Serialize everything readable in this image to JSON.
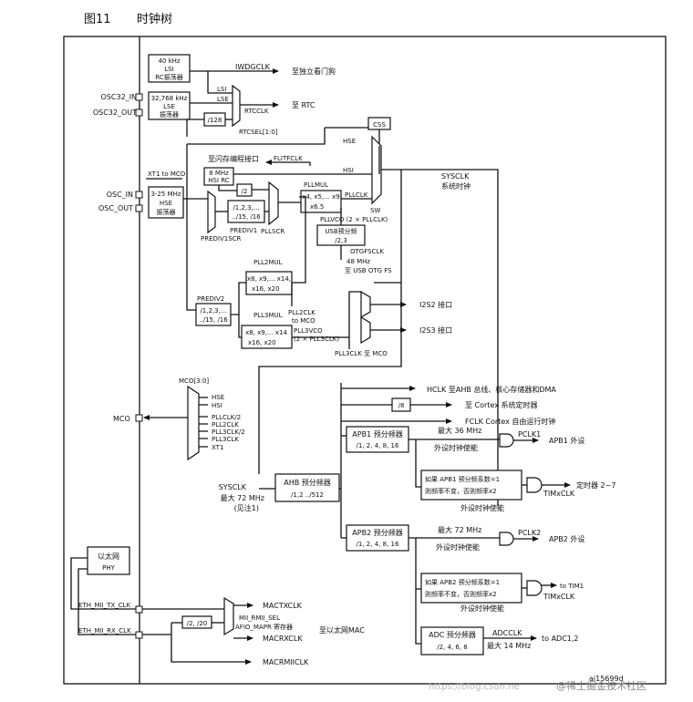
{
  "figure": {
    "number": "图11",
    "title": "时钟树"
  },
  "pins": {
    "osc32_in": "OSC32_IN",
    "osc32_out": "OSC32_OUT",
    "osc_in": "OSC_IN",
    "osc_out": "OSC_OUT",
    "mco": "MCO",
    "eth_tx": "ETH_MII_TX_CLK",
    "eth_rx": "ETH_MII_RX_CLK"
  },
  "lsi": {
    "freq": "40 kHz",
    "name": "LSI",
    "desc": "RC振荡器"
  },
  "lse": {
    "freq": "32,768 kHz",
    "name": "LSE",
    "desc": "振荡器"
  },
  "hse": {
    "freq": "3-25 MHz",
    "name": "HSE",
    "desc": "振荡器"
  },
  "hsi": {
    "freq": "8 MHz",
    "name": "HSI RC"
  },
  "div128": "/128",
  "div2": "/2",
  "iwdg": {
    "signal": "IWDGCLK",
    "dest": "至独立看门狗"
  },
  "rtc": {
    "dest": "至 RTC",
    "rtcclk": "RTCCLK",
    "sel": "RTCSEL[1:0]",
    "lsi": "LSI",
    "lse": "LSE"
  },
  "css": "CSS",
  "hse_label": "HSE",
  "hsi_label": "HSI",
  "xt1_to_mco": "XT1 to MCO",
  "flash": {
    "dest": "至闪存编程接口",
    "signal": "FLITFCLK"
  },
  "prediv1": {
    "top": "/1,2,3,...",
    "bottom": "../15, /16",
    "label": "PREDIV1",
    "scr": "PREDIV1SCR"
  },
  "pllscr": "PLLSCR",
  "pllmul": {
    "label": "PLLMUL",
    "top": "x4, x5,... x9",
    "bottom": "x6.5"
  },
  "pllclk": "PLLCLK",
  "sw": "SW",
  "sysclk_top": {
    "label": "SYSCLK",
    "desc": "系统时钟"
  },
  "pllvco": "PLLVCO (2 × PLLCLK)",
  "usb": {
    "title": "USB预分频",
    "divs": "/2,3",
    "otg": "OTGFSCLK",
    "freq": "48 MHz",
    "dest": "至 USB OTG FS"
  },
  "pll2": {
    "label": "PLL2MUL",
    "top": "x8, x9,... x14,",
    "bottom": "x16, x20",
    "clk": "PLL2CLK",
    "to_mco": "to MCO"
  },
  "prediv2": {
    "label": "PREDIV2",
    "top": "/1,2,3,...",
    "bottom": "../15, /16"
  },
  "pll3": {
    "label": "PLL3MUL",
    "top": "x8, x9,... x14",
    "bottom": "x16, x20",
    "vco": "PLL3VCO",
    "vco2": "(2 × PLL3CLK)",
    "clk_mco": "PLL3CLK 至 MCO"
  },
  "i2s": {
    "i2s2": "I2S2 接口",
    "i2s3": "I2S3 接口"
  },
  "mco_mux": {
    "sel": "MCO[3:0]",
    "inputs": [
      "HSE",
      "HSI",
      "PLLCLK/2",
      "PLL2CLK",
      "PLL3CLK/2",
      "PLL3CLK",
      "XT1"
    ]
  },
  "ahb": {
    "title": "AHB 预分频器",
    "divs": "/1,2 ../512",
    "sysclk": "SYSCLK",
    "max": "最大 72 MHz",
    "note": "(见注1)"
  },
  "hclk": "HCLK 至AHB 总线、核心存储器和DMA",
  "div8": "/8",
  "cortex_timer": "至 Cortex 系统定时器",
  "fclk": "FCLK Cortex 自由运行时钟",
  "apb1": {
    "title": "APB1 预分频器",
    "divs": "/1, 2, 4, 8, 16",
    "max": "最大 36 MHz",
    "pclk": "PCLK1",
    "dest": "APB1 外设",
    "enable": "外设时钟使能",
    "note1": "如果 APB1 预分频系数=1",
    "note2": "则频率不变，否则频率x2",
    "tim_dest": "定时器 2~7",
    "timclk": "TIMxCLK",
    "enable2": "外设时钟使能"
  },
  "apb2": {
    "title": "APB2 预分频器",
    "divs": "/1, 2, 4, 8, 16",
    "max": "最大 72 MHz",
    "pclk": "PCLK2",
    "dest": "APB2 外设",
    "enable": "外设时钟使能",
    "note1": "如果 APB2 预分频系数=1",
    "note2": "则频率不变，否则频率x2",
    "tim_dest": "to TIM1",
    "timclk": "TIMxCLK",
    "enable2": "外设时钟使能"
  },
  "adc": {
    "title": "ADC 预分频器",
    "divs": "/2, 4, 6, 8",
    "signal": "ADCCLK",
    "max": "最大 14 MHz",
    "dest": "to ADC1,2"
  },
  "eth": {
    "phy_title": "以太网",
    "phy_sub": "PHY",
    "div": "/2, /20",
    "sel1": "MII_RMII_SEL",
    "sel2": "AFIO_MAPR 寄存器",
    "tx": "MACTXCLK",
    "rx": "MACRXCLK",
    "rmii": "MACRMIICLK",
    "dest": "至以太网MAC"
  },
  "footer": {
    "ref": "ai15699d",
    "watermark": "https://blog.csdn.ne",
    "watermark2": "@稀土掘金技术社区"
  }
}
